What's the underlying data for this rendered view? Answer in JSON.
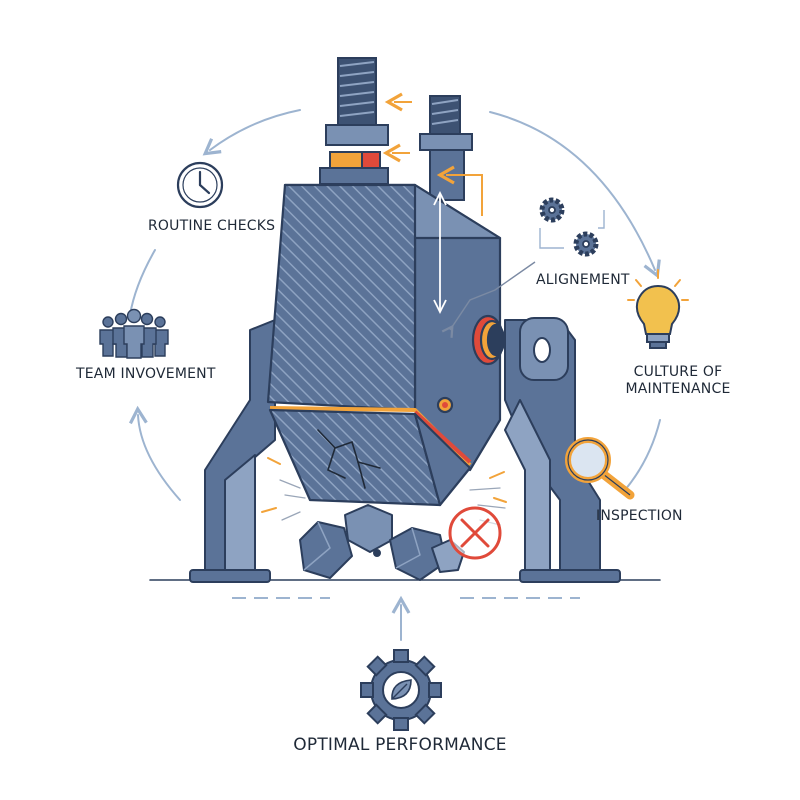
{
  "labels": {
    "routine_checks": "ROUTINE CHECKS",
    "team_involvement": "TEAM INVOVEMENT",
    "alignment": "ALIGNEMENT",
    "culture_line1": "CULTURE OF",
    "culture_line2": "MAINTENANCE",
    "inspection": "INSPECTION",
    "optimal_performance": "OPTIMAL PERFORMANCE"
  },
  "icons": {
    "routine_checks": "clock-icon",
    "team_involvement": "team-people-icon",
    "alignment": "gears-icon",
    "culture_of_maintenance": "lightbulb-icon",
    "inspection": "magnifier-icon",
    "optimal_performance": "gear-leaf-icon",
    "fault": "cross-circle-icon"
  },
  "colors": {
    "steel": "#5b7398",
    "steel_dark": "#2c3e5c",
    "steel_light": "#8ea3c2",
    "accent_orange": "#f2a33a",
    "accent_red": "#e04a3a",
    "cycle_arrow": "#9db4d0",
    "ink": "#1f2937"
  }
}
